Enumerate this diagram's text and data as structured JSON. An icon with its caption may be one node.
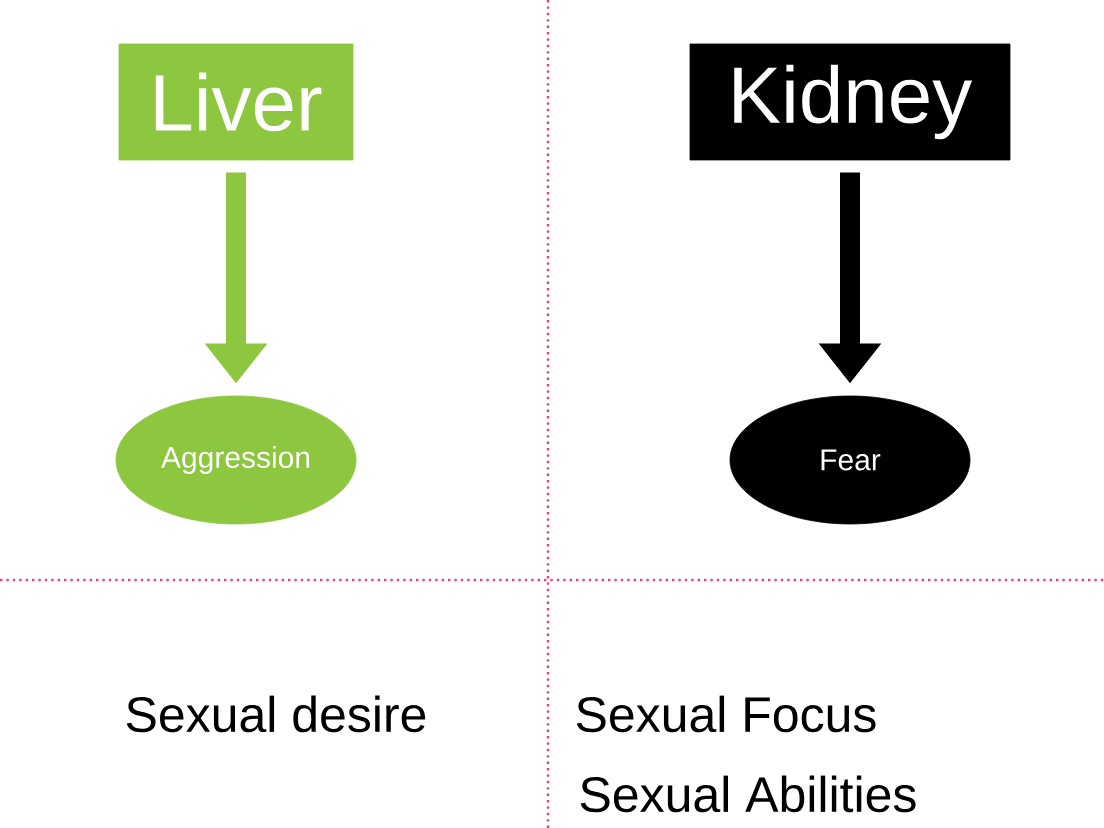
{
  "diagram": {
    "nodes": [
      {
        "text": [
          "Liver"
        ]
      },
      {
        "text": [
          "Aggression"
        ]
      },
      {
        "text": [
          "Kidney"
        ]
      },
      {
        "text": [
          "Fear"
        ]
      }
    ],
    "edges": [
      {
        "from": 0,
        "to": 1,
        "arrow": "to",
        "color": "#8dc63f"
      },
      {
        "from": 2,
        "to": 3,
        "arrow": "to",
        "color": "#000000"
      }
    ],
    "labels": [
      "Sexual desire",
      "Sexual Focus",
      "Sexual Abilities"
    ]
  }
}
